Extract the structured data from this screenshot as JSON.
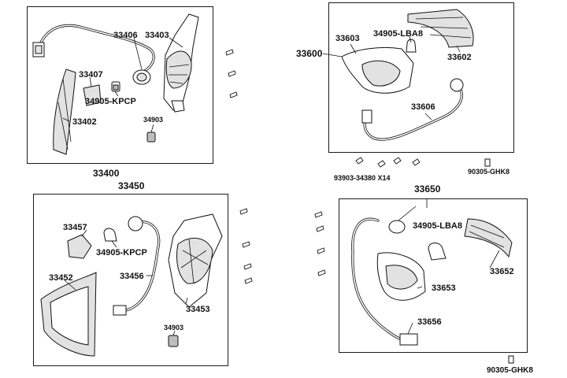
{
  "groups": {
    "front_left": {
      "assembly_label": "33400",
      "parts": {
        "bulb_socket": "33406",
        "housing": "33403",
        "reflector": "33407",
        "bulb": "34905-KPCP",
        "lens": "33402",
        "grommet": "34903"
      }
    },
    "front_right": {
      "assembly_label": "33600",
      "parts": {
        "housing": "33603",
        "bulb": "34905-LBA8",
        "lens": "33602",
        "wire_socket": "33606"
      },
      "fasteners": {
        "screw": "93903-34380 X14",
        "clip": "90305-GHK8"
      }
    },
    "rear_left": {
      "assembly_label": "33450",
      "parts": {
        "reflector": "33457",
        "bulb": "34905-KPCP",
        "wire_socket": "33456",
        "lens": "33452",
        "housing": "33453",
        "grommet": "34903"
      }
    },
    "rear_right": {
      "assembly_label": "33650",
      "parts": {
        "bulb": "34905-LBA8",
        "lens": "33652",
        "housing": "33653",
        "wire_socket": "33656"
      },
      "fasteners": {
        "clip": "90305-GHK8"
      }
    }
  }
}
